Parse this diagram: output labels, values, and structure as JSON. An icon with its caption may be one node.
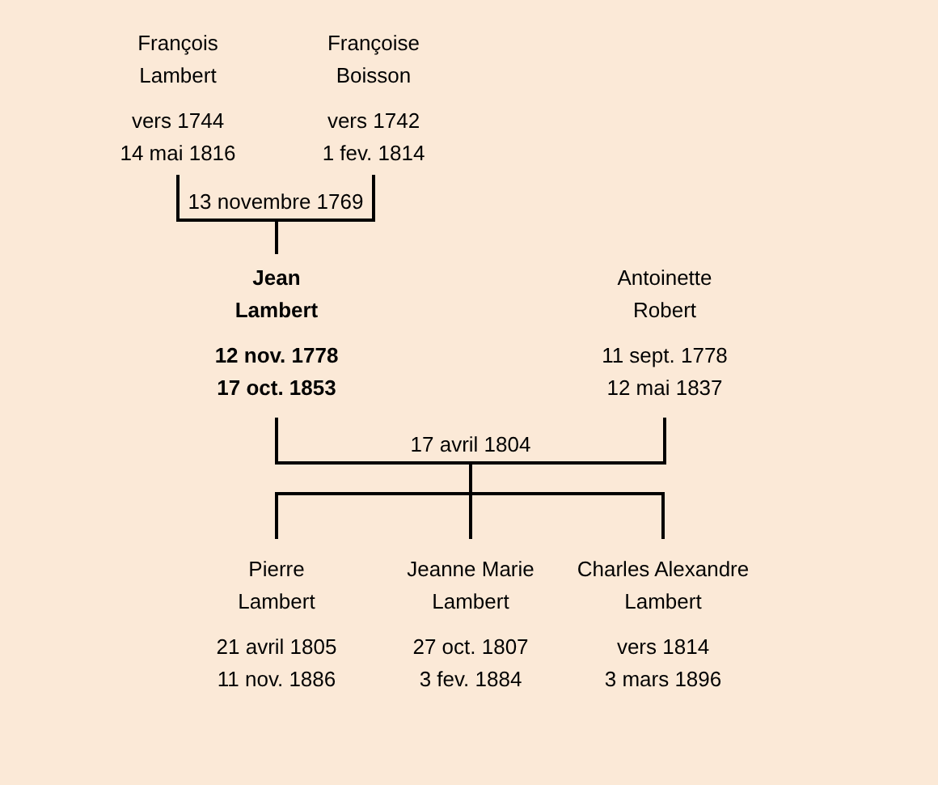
{
  "diagram": {
    "nodes": [
      {
        "text": [
          "François Lambert",
          "vers 1744",
          "14 mai 1816"
        ]
      },
      {
        "text": [
          "Françoise Boisson",
          "vers 1742",
          "1 fev. 1814"
        ]
      },
      {
        "text": [
          "Jean Lambert",
          "12 nov. 1778",
          "17 oct. 1853"
        ]
      },
      {
        "text": [
          "Antoinette Robert",
          "11 sept. 1778",
          "12 mai 1837"
        ]
      },
      {
        "text": [
          "Pierre Lambert",
          "21 avril 1805",
          "11 nov. 1886"
        ]
      },
      {
        "text": [
          "Jeanne Marie Lambert",
          "27 oct. 1807",
          "3 fev. 1884"
        ]
      },
      {
        "text": [
          "Charles Alexandre Lambert",
          "vers 1814",
          "3 mars 1896"
        ]
      }
    ],
    "edges": [
      {
        "from": 0,
        "to": 2,
        "arrow": "none",
        "label": "13 novembre 1769"
      },
      {
        "from": 1,
        "to": 2,
        "arrow": "none"
      },
      {
        "from": 2,
        "to": 4,
        "arrow": "none",
        "label": "17 avril 1804"
      },
      {
        "from": 2,
        "to": 5,
        "arrow": "none"
      },
      {
        "from": 2,
        "to": 6,
        "arrow": "none"
      },
      {
        "from": 3,
        "to": 4,
        "arrow": "none"
      },
      {
        "from": 3,
        "to": 5,
        "arrow": "none"
      },
      {
        "from": 3,
        "to": 6,
        "arrow": "none"
      }
    ]
  }
}
